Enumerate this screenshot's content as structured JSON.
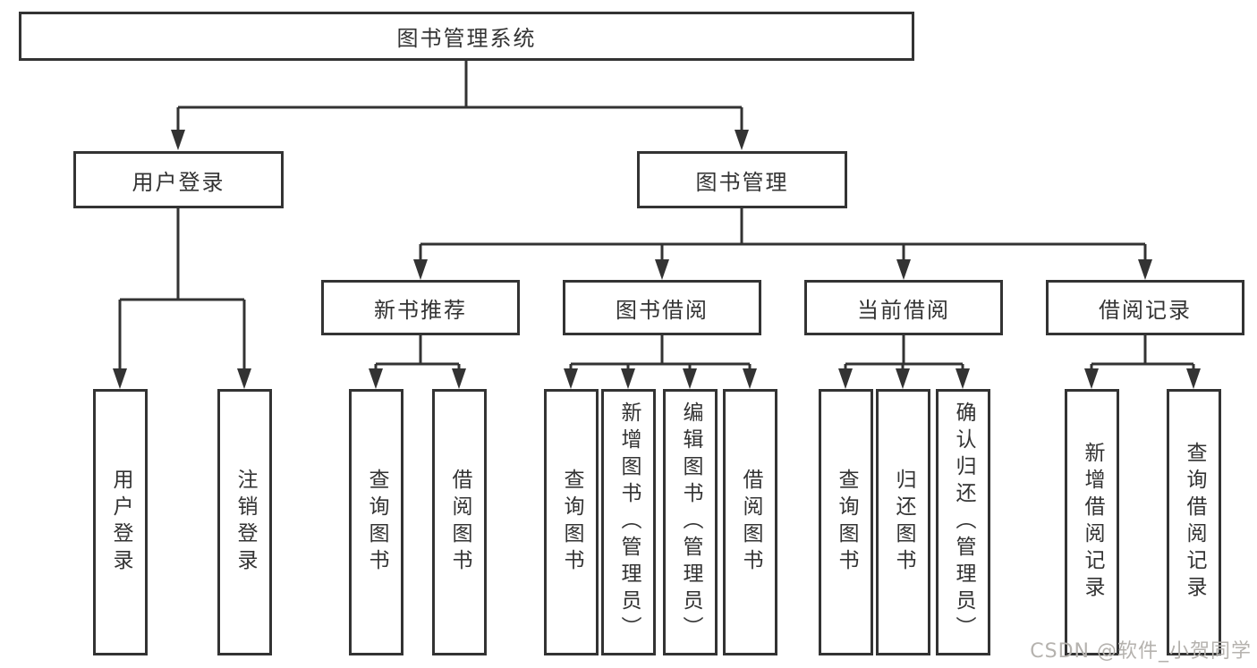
{
  "title": "图书管理系统",
  "branches": [
    {
      "label": "用户登录",
      "children": [
        {
          "label": "用户登录"
        },
        {
          "label": "注销登录"
        }
      ]
    },
    {
      "label": "图书管理",
      "sections": [
        {
          "label": "新书推荐",
          "children": [
            {
              "label": "查询图书"
            },
            {
              "label": "借阅图书"
            }
          ]
        },
        {
          "label": "图书借阅",
          "children": [
            {
              "label": "查询图书"
            },
            {
              "label": "新增图书（管理员）"
            },
            {
              "label": "编辑图书（管理员）"
            },
            {
              "label": "借阅图书"
            }
          ]
        },
        {
          "label": "当前借阅",
          "children": [
            {
              "label": "查询图书"
            },
            {
              "label": "归还图书"
            },
            {
              "label": "确认归还（管理员）"
            }
          ]
        },
        {
          "label": "借阅记录",
          "children": [
            {
              "label": "新增借阅记录"
            },
            {
              "label": "查询借阅记录"
            }
          ]
        }
      ]
    }
  ],
  "watermark": {
    "text": "CSDN @软件_小贺同学"
  },
  "colors": {
    "line": "#333333",
    "text": "#333333",
    "box_background": "#ffffff",
    "watermark": "#b5b2ae",
    "background": "#ffffff"
  }
}
